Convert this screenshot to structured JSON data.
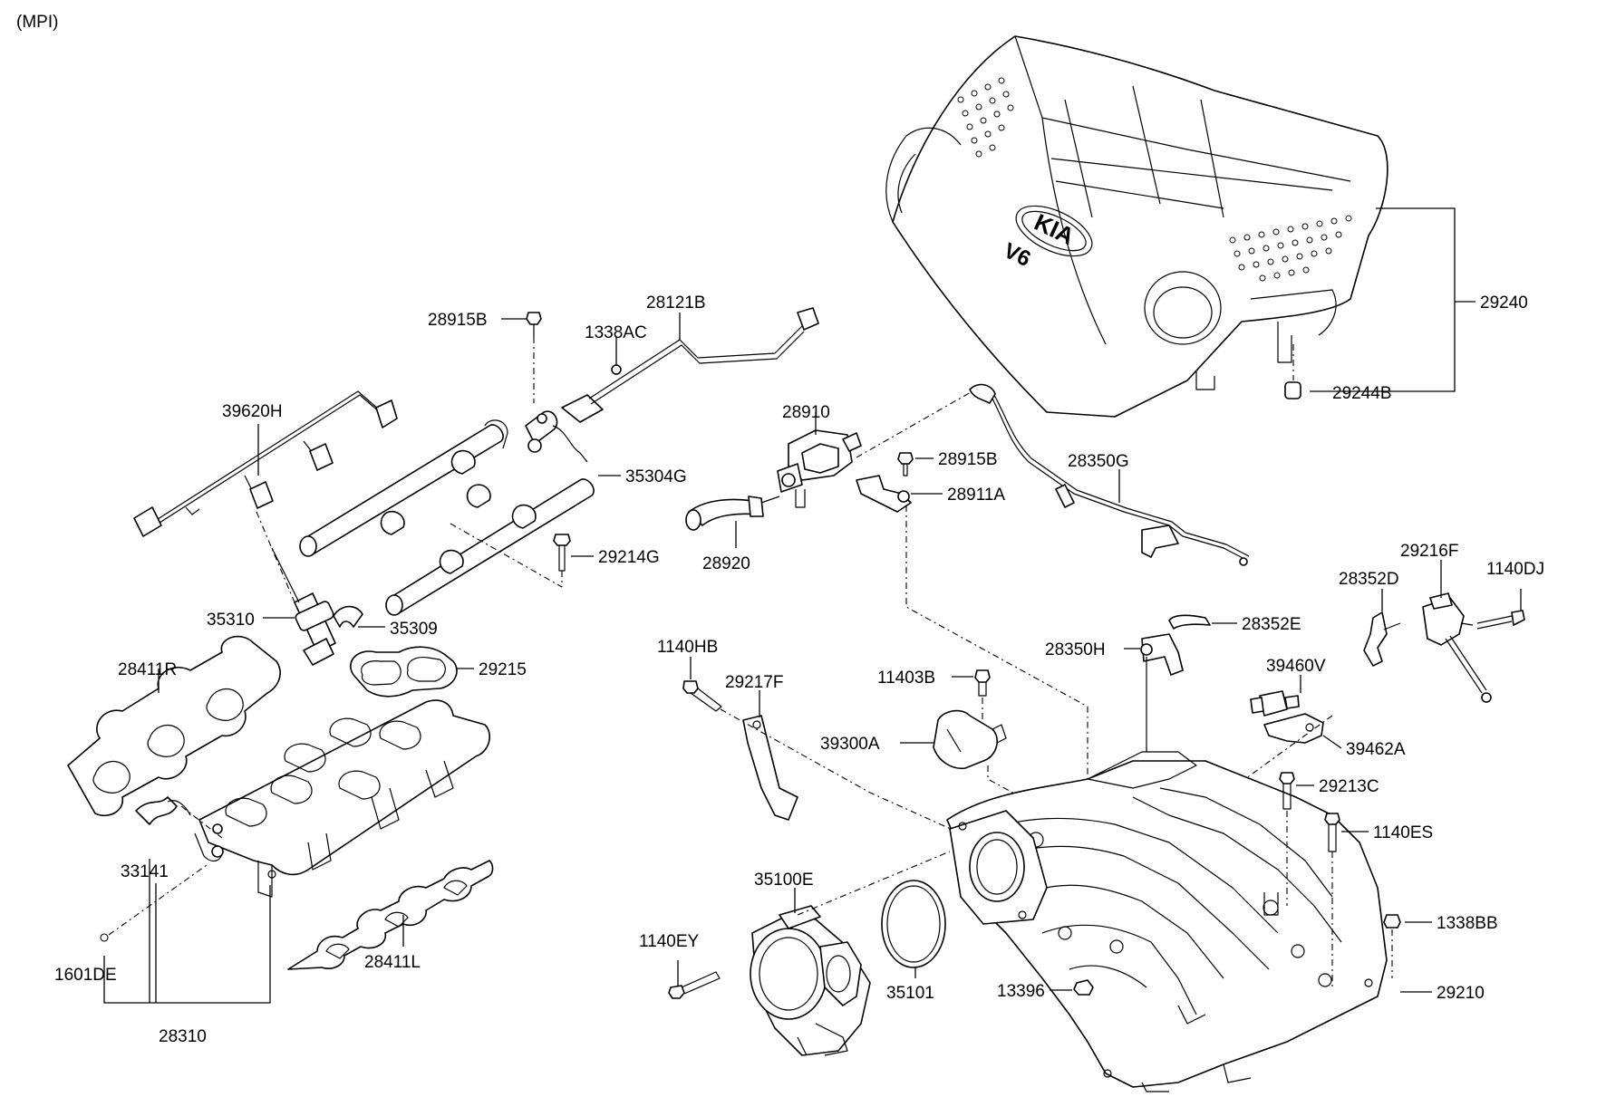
{
  "header": {
    "variant": "(MPI)"
  },
  "logo": {
    "text": "KIA",
    "engine": "V6"
  },
  "parts": {
    "p28915B_a": "28915B",
    "p1338AC": "1338AC",
    "p28121B": "28121B",
    "p39620H": "39620H",
    "p35304G": "35304G",
    "p29214G": "29214G",
    "p35310": "35310",
    "p35309": "35309",
    "p28411R": "28411R",
    "p29215": "29215",
    "p33141": "33141",
    "p1601DE": "1601DE",
    "p28411L": "28411L",
    "p28310": "28310",
    "p28910": "28910",
    "p28915B_b": "28915B",
    "p28911A": "28911A",
    "p28920": "28920",
    "p28350G": "28350G",
    "p29240": "29240",
    "p29244B": "29244B",
    "p28352D": "28352D",
    "p29216F": "29216F",
    "p1140DJ": "1140DJ",
    "p28352E": "28352E",
    "p28350H": "28350H",
    "p39460V": "39460V",
    "p39462A": "39462A",
    "p1140HB": "1140HB",
    "p29217F": "29217F",
    "p11403B": "11403B",
    "p39300A": "39300A",
    "p29213C": "29213C",
    "p1140ES": "1140ES",
    "p35100E": "35100E",
    "p1140EY": "1140EY",
    "p35101": "35101",
    "p13396": "13396",
    "p1338BB": "1338BB",
    "p29210": "29210"
  }
}
